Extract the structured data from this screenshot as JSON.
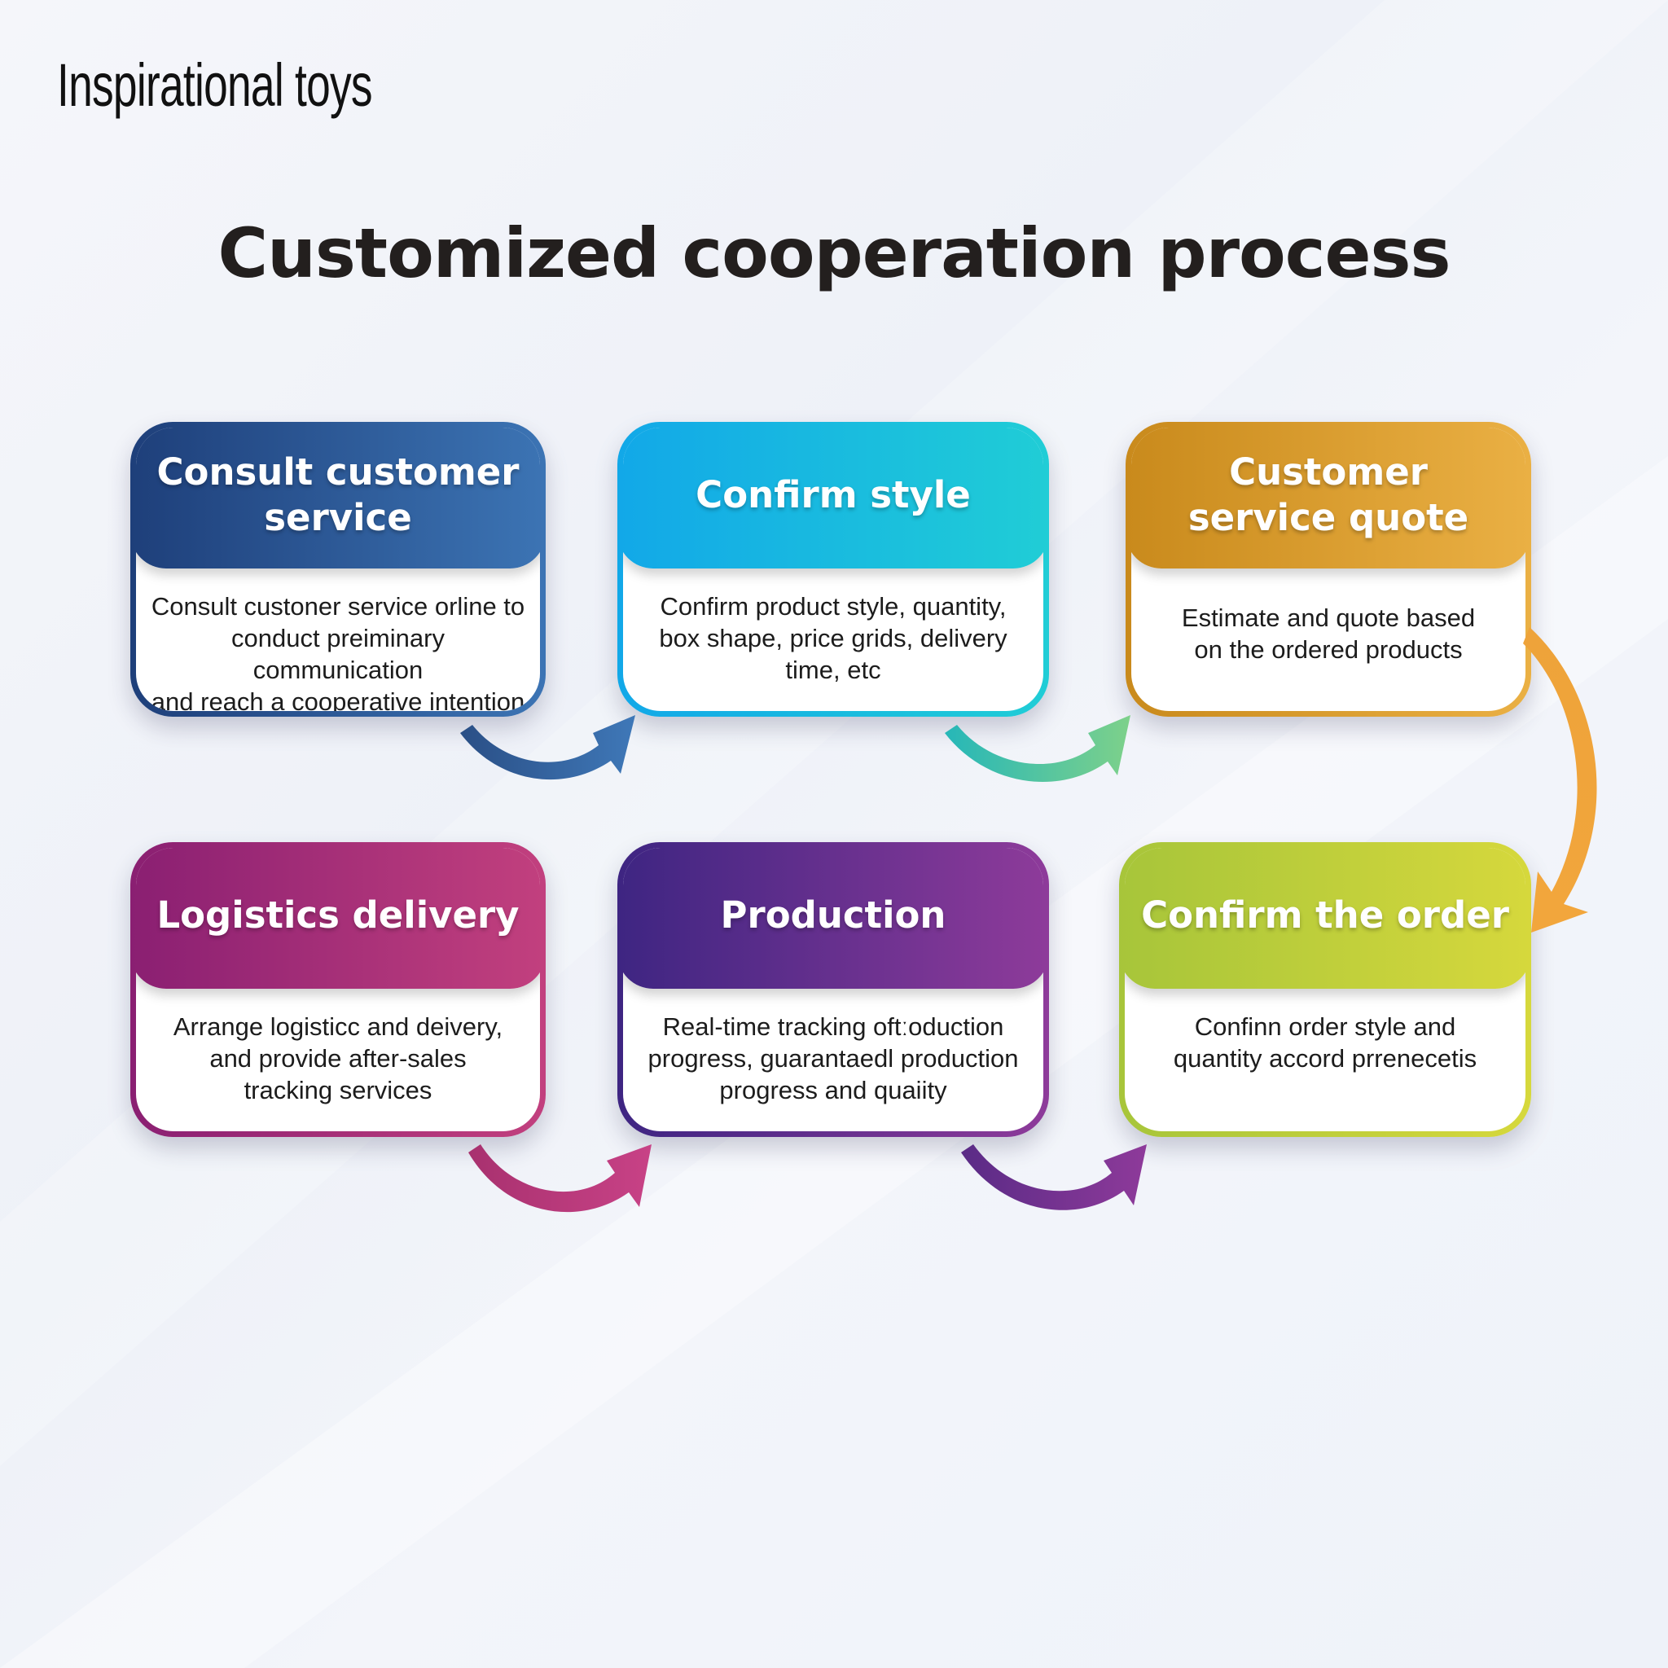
{
  "brand": "Inspirational toys",
  "title": "Customized cooperation process",
  "steps": [
    {
      "title": "Consult customer\nservice",
      "body": "Consult custoner service orline to\nconduct preiminary communication\nand reach a cooperative intention",
      "color_from": "#1e3f7a",
      "color_to": "#3c74b4"
    },
    {
      "title": "Confirm style",
      "body": "Confirm product style, quantity,\nbox shape, price grids, delivery\ntime, etc",
      "color_from": "#12a8e8",
      "color_to": "#20cdd6"
    },
    {
      "title": "Customer\nservice quote",
      "body": "Estimate and quote based\non the ordered products",
      "color_from": "#c98a1c",
      "color_to": "#eab044"
    },
    {
      "title": "Logistics delivery",
      "body": "Arrange logisticc and deivery,\nand provide after-sales\ntracking services",
      "color_from": "#8a1f72",
      "color_to": "#c2407e"
    },
    {
      "title": "Production",
      "body": "Real-time tracking oftːoduction\nprogress, guarantaedl production\nprogress and quaiity",
      "color_from": "#3e2582",
      "color_to": "#8e3b9a"
    },
    {
      "title": "Confirm the order",
      "body": "Confinn order style and\nquantity accord prrenecetis",
      "color_from": "#a7c53a",
      "color_to": "#d6d83c"
    }
  ]
}
